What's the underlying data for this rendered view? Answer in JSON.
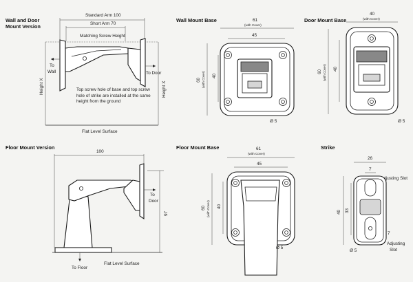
{
  "wall_door": {
    "title_line1": "Wall and Door",
    "title_line2": "Mount Version",
    "standard_arm": "Standard Arm 100",
    "short_arm": "Short Arm 70",
    "matching_screw_height": "Matching Screw Height",
    "to_wall_1": "To",
    "to_wall_2": "Wall",
    "to_door": "To Door",
    "height_left": "Height X",
    "height_right": "Height X",
    "note": "Top screw hole of base and top screw hole of strike are installed at the same height from the ground",
    "flat_surface": "Flat Level Surface"
  },
  "wall_base": {
    "title": "Wall Mount Base",
    "width_cover": "61",
    "with_cover": "(with Cover)",
    "width": "45",
    "height_cover": "60",
    "height_with_cover": "(with Cover)",
    "height": "40",
    "hole": "Ø 5"
  },
  "door_base": {
    "title": "Door Mount Base",
    "width_cover": "40",
    "with_cover": "(with Cover)",
    "height_cover": "60",
    "height_with_cover": "(with Cover)",
    "height": "40",
    "hole": "Ø 5"
  },
  "floor_version": {
    "title": "Floor Mount Version",
    "width": "100",
    "to_door_1": "To",
    "to_door_2": "Door",
    "height": "97",
    "to_floor": "To Floor",
    "flat_surface": "Flat Level Surface"
  },
  "floor_base": {
    "title": "Floor Mount Base",
    "width_cover": "61",
    "with_cover": "(with Cover)",
    "width": "45",
    "height_cover": "60",
    "height_with_cover": "(with Cover)",
    "height": "40",
    "hole": "Ø 5"
  },
  "strike": {
    "title": "Strike",
    "width": "26",
    "slot": "7",
    "slot_bottom": "7",
    "height": "40",
    "inner": "33",
    "adjusting_slot_top": "Adjusting Slot",
    "adjusting_slot_bottom_1": "Adjusting",
    "adjusting_slot_bottom_2": "Slot",
    "hole": "Ø 5"
  }
}
